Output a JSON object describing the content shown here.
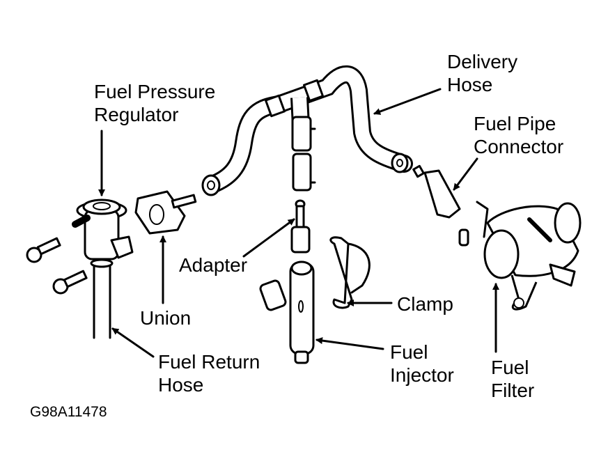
{
  "diagram": {
    "title": "Fuel injection system component layout",
    "figure_code": "G98A11478",
    "labels": {
      "fuel_pressure_regulator": [
        "Fuel Pressure",
        "Regulator"
      ],
      "delivery_hose": [
        "Delivery",
        "Hose"
      ],
      "fuel_pipe_connector": [
        "Fuel Pipe",
        "Connector"
      ],
      "adapter": [
        "Adapter"
      ],
      "union": [
        "Union"
      ],
      "clamp": [
        "Clamp"
      ],
      "fuel_return_hose": [
        "Fuel Return",
        "Hose"
      ],
      "fuel_injector": [
        "Fuel",
        "Injector"
      ],
      "fuel_filter": [
        "Fuel",
        "Filter"
      ]
    },
    "line_color": "#000000",
    "background_color": "#ffffff"
  }
}
